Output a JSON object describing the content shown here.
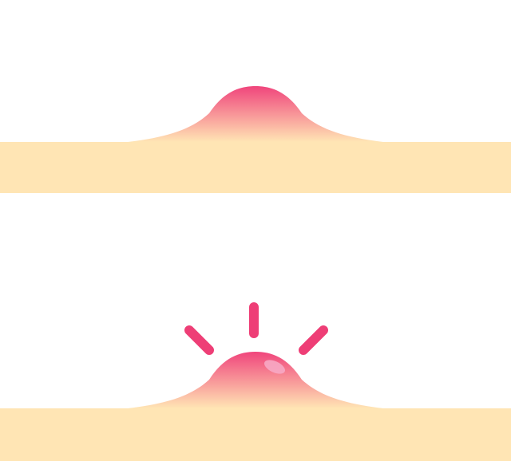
{
  "illustration": {
    "title": "",
    "panels": [
      {
        "id": "before",
        "state": "calm",
        "highlight": false,
        "rays": 0
      },
      {
        "id": "after",
        "state": "glowing",
        "highlight": true,
        "rays": 3
      }
    ]
  },
  "palette": {
    "skin": "#FFE5B4",
    "bump_top": "#F0457C",
    "bump_bottom": "#FFE5B4",
    "ray": "#EE3E76",
    "highlight": "#F7A8C4",
    "background": "#FFFFFF"
  }
}
